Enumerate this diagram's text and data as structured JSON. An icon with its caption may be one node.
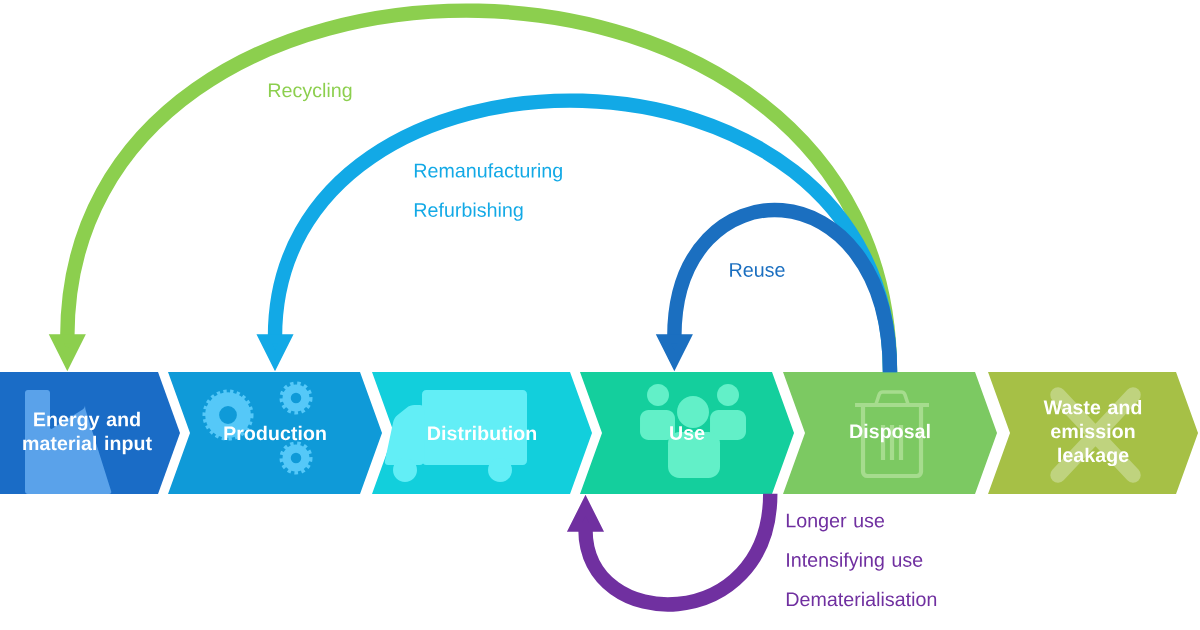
{
  "diagram": {
    "nodes": [
      {
        "text": [
          "Energy and material input"
        ]
      },
      {
        "text": [
          "Production"
        ]
      },
      {
        "text": [
          "Distribution"
        ]
      },
      {
        "text": [
          "Use"
        ]
      },
      {
        "text": [
          "Disposal"
        ]
      },
      {
        "text": [
          "Waste and emission leakage"
        ]
      }
    ],
    "edges": [
      {
        "from": 4,
        "to": 0,
        "arrow": "to",
        "label": "Recycling",
        "color": "#8ccf4e"
      },
      {
        "from": 4,
        "to": 1,
        "arrow": "to",
        "label": "Remanufacturing Refurbishing",
        "color": "#12a9e6"
      },
      {
        "from": 4,
        "to": 3,
        "arrow": "to",
        "label": "Reuse",
        "color": "#1b6fc0"
      },
      {
        "from": 3,
        "to": 3,
        "arrow": "to",
        "label": "Longer use Intensifying use Dematerialisation",
        "color": "#7030a0"
      }
    ]
  }
}
